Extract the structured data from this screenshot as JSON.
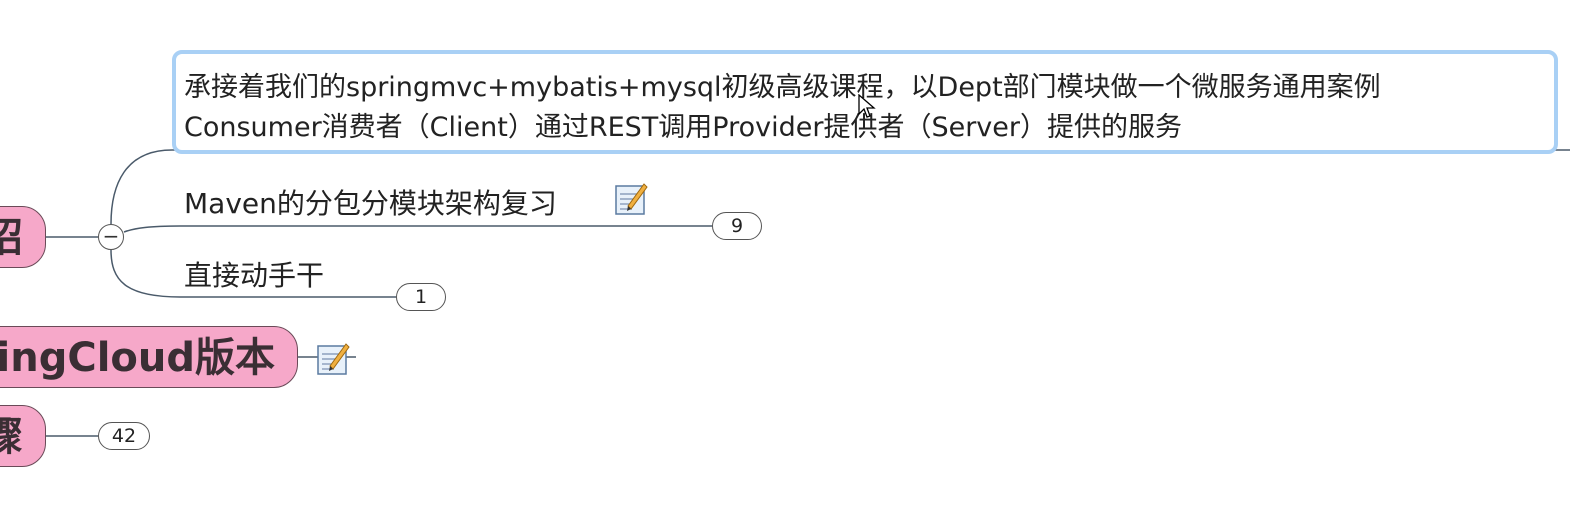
{
  "mindmap": {
    "main_topics": [
      {
        "label": "招",
        "icon": "none"
      },
      {
        "label": "ringCloud版本",
        "icon": "note-icon"
      },
      {
        "label": "骤",
        "count": "42"
      }
    ],
    "subtopics": {
      "selected_line1": "承接着我们的springmvc+mybatis+mysql初级高级课程，以Dept部门模块做一个微服务通用案例",
      "selected_line2": "Consumer消费者（Client）通过REST调用Provider提供者（Server）提供的服务",
      "maven_label": "Maven的分包分模块架构复习",
      "maven_count": "9",
      "direct_label": "直接动手干",
      "direct_count": "1"
    },
    "collapse_symbol": "−"
  },
  "colors": {
    "topic_fill": "#f6a8c9",
    "selection_border": "#a9d0f5",
    "line": "#4a5a6a"
  }
}
